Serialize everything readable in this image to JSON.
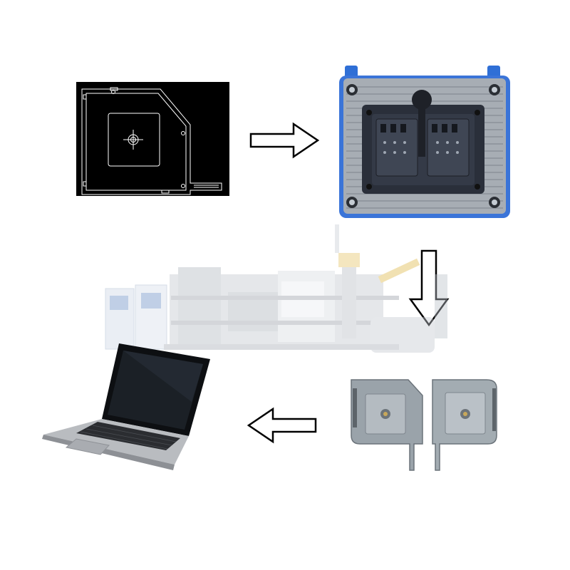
{
  "diagram": {
    "flow": [
      "cad-drawing",
      "die-casting-mold",
      "die-casting-machine",
      "cast-housing-parts",
      "laptop"
    ],
    "arrows": [
      "right",
      "down",
      "left"
    ],
    "colors": {
      "background": "#ffffff",
      "cad_background": "#000000",
      "cad_lines": "#ffffff",
      "mold_blue": "#2f6fd6",
      "mold_steel": "#a7adb4",
      "mold_cavity": "#2a2f3a",
      "part_metal": "#9aa3aa",
      "laptop_body": "#b9bcc0",
      "laptop_screen": "#111418",
      "arrow_stroke": "#000000"
    }
  }
}
